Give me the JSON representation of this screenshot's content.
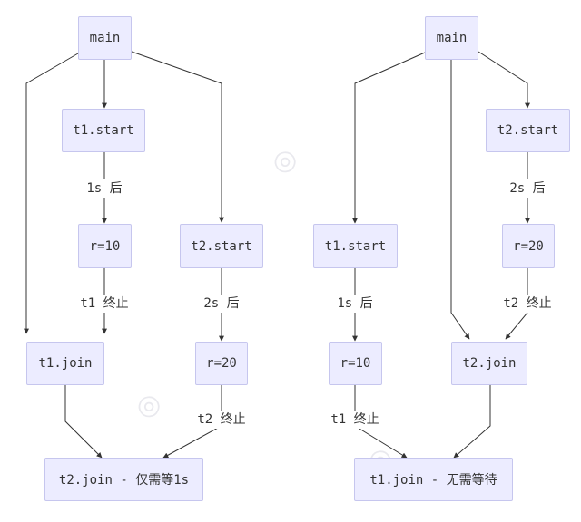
{
  "left": {
    "main": "main",
    "t1_start": "t1.start",
    "label_1s": "1s 后",
    "r10": "r=10",
    "label_t1_end": "t1 终止",
    "t2_start": "t2.start",
    "label_2s": "2s 后",
    "r20": "r=20",
    "t1_join": "t1.join",
    "label_t2_end": "t2 终止",
    "t2_join": "t2.join - 仅需等1s"
  },
  "right": {
    "main": "main",
    "t2_start": "t2.start",
    "label_2s": "2s 后",
    "r20": "r=20",
    "t1_start": "t1.start",
    "label_t2_end": "t2 终止",
    "label_1s": "1s 后",
    "r10": "r=10",
    "t2_join": "t2.join",
    "label_t1_end": "t1 终止",
    "t1_join": "t1.join - 无需等待"
  },
  "colors": {
    "node_fill": "#ececff",
    "node_border": "#c6c6ee",
    "edge": "#333333"
  }
}
